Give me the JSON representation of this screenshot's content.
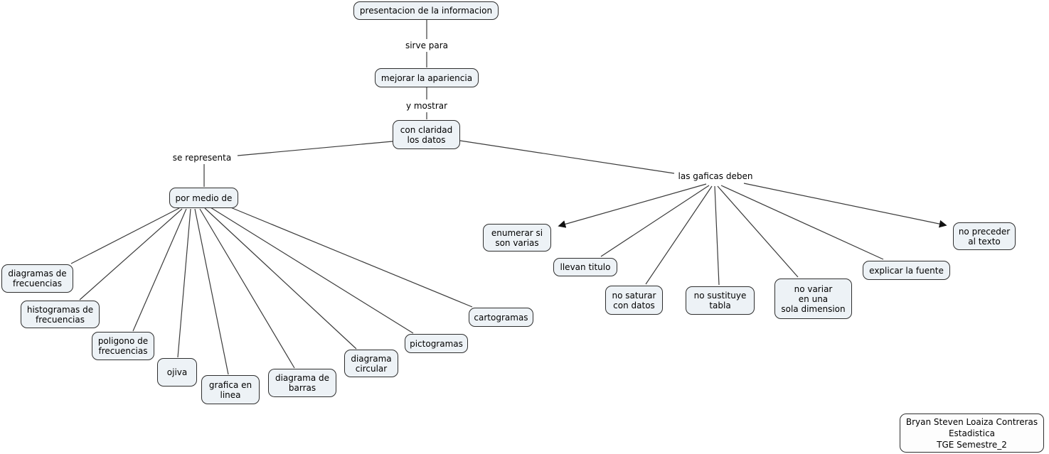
{
  "colors": {
    "background": "#ffffff",
    "node_fill": "#edf2f6",
    "node_border": "#2e2e2e",
    "edge": "#3b3b3b",
    "credit_fill": "#fdfdfd"
  },
  "concepts": {
    "presentacion": {
      "label": "presentacion de la informacion"
    },
    "mejorar": {
      "label": "mejorar la apariencia"
    },
    "claridad": {
      "label": "con claridad\nlos datos"
    },
    "por_medio": {
      "label": "por medio de"
    },
    "diagramas_frecuencias": {
      "label": "diagramas de\nfrecuencias"
    },
    "histogramas_frecuencias": {
      "label": "histogramas de\nfrecuencias"
    },
    "poligono_frecuencias": {
      "label": "poligono de\nfrecuencias"
    },
    "ojiva": {
      "label": "ojiva"
    },
    "grafica_linea": {
      "label": "grafica en\nlinea"
    },
    "diagrama_barras": {
      "label": "diagrama de\nbarras"
    },
    "diagrama_circular": {
      "label": "diagrama\ncircular"
    },
    "pictogramas": {
      "label": "pictogramas"
    },
    "cartogramas": {
      "label": "cartogramas"
    },
    "enumerar": {
      "label": "enumerar si\nson varias"
    },
    "llevan_titulo": {
      "label": "llevan titulo"
    },
    "no_saturar": {
      "label": "no saturar\ncon datos"
    },
    "no_sustituye": {
      "label": "no sustituye\ntabla"
    },
    "no_variar": {
      "label": "no variar\nen una\nsola dimension"
    },
    "explicar_fuente": {
      "label": "explicar la fuente"
    },
    "no_preceder": {
      "label": "no preceder\nal texto"
    }
  },
  "linking_phrases": {
    "sirve_para": "sirve para",
    "y_mostrar": "y mostrar",
    "se_representa": "se representa",
    "las_gaficas_deben": "las gaficas deben"
  },
  "credit": {
    "line1": "Bryan Steven Loaiza Contreras",
    "line2": "Estadistica",
    "line3": "TGE Semestre_2"
  }
}
